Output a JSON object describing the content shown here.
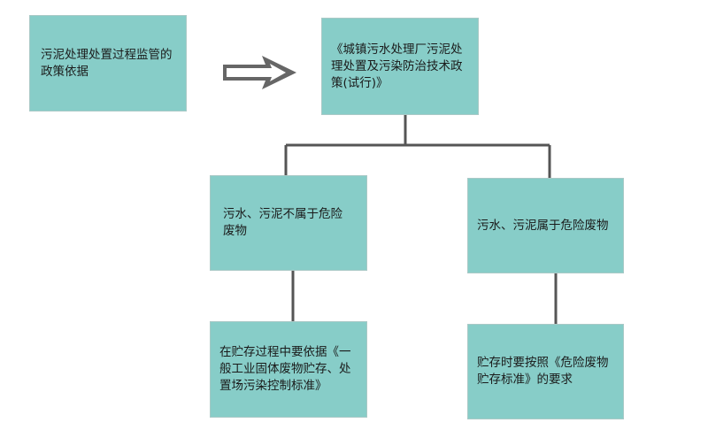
{
  "colors": {
    "box_fill": "#87cdc8",
    "line": "#555555",
    "arrow": "#666666"
  },
  "nodes": {
    "policy_basis": "污泥处理处置过程监管的政策依据",
    "policy_doc": "《城镇污水处理厂污泥处理处置及污染防治技术政策(试行)》",
    "not_hazardous": "污水、污泥不属于危险废物",
    "hazardous": "污水、污泥属于危险废物",
    "general_storage": "在贮存过程中要依据《一般工业固体废物贮存、处置场污染控制标准》",
    "hazardous_storage": "贮存时要按照《危险废物贮存标准》的要求"
  }
}
